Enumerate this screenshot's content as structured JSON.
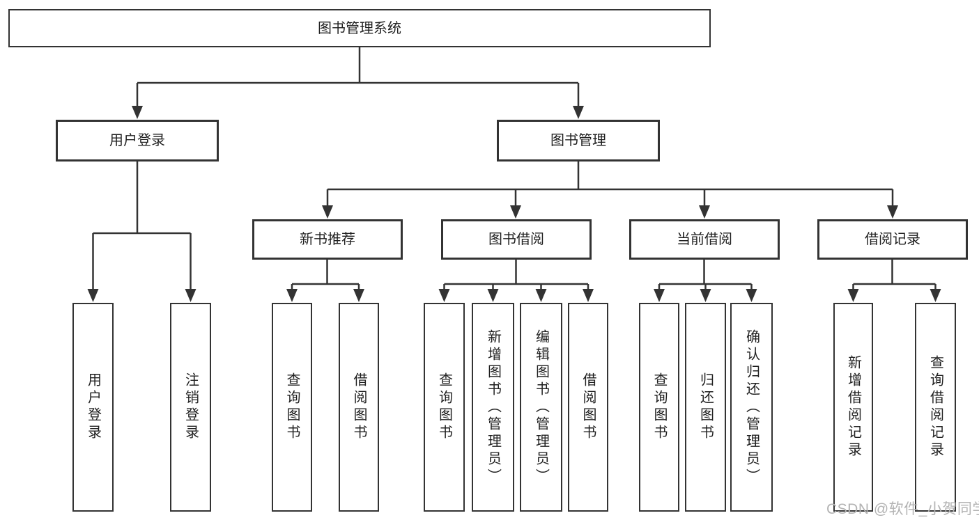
{
  "diagram": {
    "title": "图书管理系统",
    "branches": [
      {
        "label": "用户登录",
        "children": [
          {
            "label": "用户登录"
          },
          {
            "label": "注销登录"
          }
        ]
      },
      {
        "label": "图书管理",
        "sections": [
          {
            "label": "新书推荐",
            "children": [
              {
                "label": "查询图书"
              },
              {
                "label": "借阅图书"
              }
            ]
          },
          {
            "label": "图书借阅",
            "children": [
              {
                "label": "查询图书"
              },
              {
                "label": "新增图书（管理员）"
              },
              {
                "label": "编辑图书（管理员）"
              },
              {
                "label": "借阅图书"
              }
            ]
          },
          {
            "label": "当前借阅",
            "children": [
              {
                "label": "查询图书"
              },
              {
                "label": "归还图书"
              },
              {
                "label": "确认归还（管理员）"
              }
            ]
          },
          {
            "label": "借阅记录",
            "children": [
              {
                "label": "新增借阅记录"
              },
              {
                "label": "查询借阅记录"
              }
            ]
          }
        ]
      }
    ]
  },
  "watermark": {
    "text": "CSDN @软件_小贺同学"
  },
  "colors": {
    "line": "#333333",
    "border": "#333333",
    "text": "#1f1f1f",
    "watermark": "#b3b3b3",
    "background": "#ffffff"
  }
}
